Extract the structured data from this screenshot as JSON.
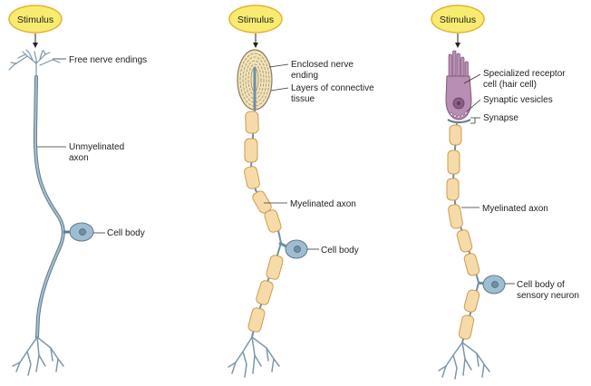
{
  "colors": {
    "stimulus_fill": "#f7ec6f",
    "stimulus_stroke": "#e2b336",
    "axon": "#8fa8b8",
    "axon_edge": "#5f7a8c",
    "myelin_fill": "#f6dba8",
    "myelin_stroke": "#c99d52",
    "cell_body": "#9fbdd1",
    "hair_cell": "#b98eb4",
    "leader_line": "#333333"
  },
  "panels": [
    {
      "stimulus": "Stimulus",
      "labels": {
        "free_endings": "Free nerve endings",
        "axon_1": "Unmyelinated",
        "axon_2": "axon",
        "cell_body": "Cell body"
      }
    },
    {
      "stimulus": "Stimulus",
      "labels": {
        "ending_1": "Enclosed nerve",
        "ending_2": "ending",
        "layers_1": "Layers of connective",
        "layers_2": "tissue",
        "axon": "Myelinated axon",
        "cell_body": "Cell body"
      }
    },
    {
      "stimulus": "Stimulus",
      "labels": {
        "receptor_1": "Specialized receptor",
        "receptor_2": "cell (hair cell)",
        "vesicles": "Synaptic vesicles",
        "synapse": "Synapse",
        "axon": "Myelinated axon",
        "cell_body_1": "Cell body of",
        "cell_body_2": "sensory neuron"
      }
    }
  ]
}
